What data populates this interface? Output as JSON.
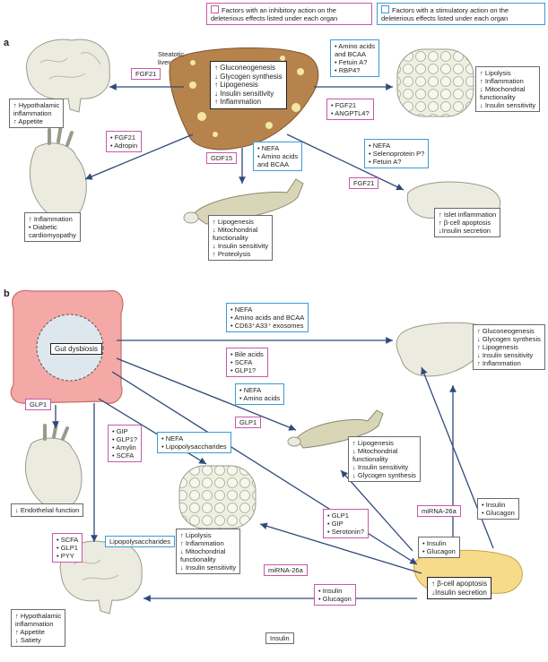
{
  "legend": {
    "inhibitory": "Factors with an inhibitory action on the deleterious effects listed under each organ",
    "stimulatory": "Factors with a stimulatory action on the deleterious effects listed under each organ",
    "inhibitory_color": "#c65aa7",
    "stimulatory_color": "#3a9bd9"
  },
  "panel_a": {
    "letter": "a",
    "liver_label": "Steatotic liver",
    "liver_effects": [
      "↑ Gluconeogenesis",
      "↓ Glycogen synthesis",
      "↑ Lipogenesis",
      "↓ Insulin sensitivity",
      "↑ Inflammation"
    ],
    "brain_tag": "FGF21",
    "brain_effects": [
      "↑ Hypothalamic",
      "inflammation",
      "↑ Appetite"
    ],
    "heart_factors": [
      "• FGF21",
      "• Adropin"
    ],
    "heart_effects": [
      "↑ Inflammation",
      "• Diabetic",
      "cardiomyopathy"
    ],
    "muscle_tag": "GDF15",
    "muscle_factors": [
      "• NEFA",
      "• Amino acids",
      "and BCAA"
    ],
    "muscle_effects": [
      "↑ Lipogenesis",
      "↓ Mitochondrial",
      "functionality",
      "↓ Insulin sensitivity",
      "↑ Proteolysis"
    ],
    "adipose_blue": [
      "• Amino acids",
      "and BCAA",
      "• Fetuin A?",
      "• RBP4?"
    ],
    "adipose_pink": [
      "• FGF21",
      "• ANGPTL4?"
    ],
    "adipose_effects": [
      "↑ Lipolysis",
      "↑ Inflammation",
      "↓ Mitochondrial",
      "functionality",
      "↓ Insulin sensitivity"
    ],
    "pancreas_blue": [
      "• NEFA",
      "• Selenoprotein P?",
      "• Fetuin A?"
    ],
    "pancreas_tag": "FGF21",
    "pancreas_effects": [
      "↑ Islet inflammation",
      "↑ β-cell apoptosis",
      "↓Insulin secretion"
    ]
  },
  "panel_b": {
    "letter": "b",
    "gut_label": "Gut dysbiosis",
    "liver_blue": [
      "• NEFA",
      "• Amino acids and BCAA",
      "• CD63⁺A33⁺ exosomes"
    ],
    "liver_pink": [
      "• Bile acids",
      "• SCFA",
      "• GLP1?"
    ],
    "liver_effects": [
      "↑ Gluconeogenesis",
      "↓ Glycogen synthesis",
      "↑ Lipogenesis",
      "↓ Insulin sensitivity",
      "↑ Inflammation"
    ],
    "heart_tag": "GLP1",
    "heart_effects": [
      "↓ Endothelial function"
    ],
    "muscle_blue": [
      "• NEFA",
      "• Amino acids"
    ],
    "muscle_tag": "GLP1",
    "muscle_effects": [
      "↑ Lipogenesis",
      "↓ Mitochondrial",
      "functionality",
      "↓ Insulin sensitivity",
      "↓ Glycogen synthesis"
    ],
    "adipose_pink_left": [
      "• GIP",
      "• GLP1?",
      "• Amylin",
      "• SCFA"
    ],
    "adipose_blue": [
      "• NEFA",
      "• Lipopolysaccharides"
    ],
    "adipose_effects": [
      "↑ Lipolysis",
      "↑ Inflammation",
      "↓ Mitochondrial",
      "functionality",
      "↓ Insulin sensitivity"
    ],
    "adipose_tag": "miRNA-26a",
    "adipose_pink_right": [
      "• Insulin",
      "• Glucagon"
    ],
    "brain_pink": [
      "• SCFA",
      "• GLP1",
      "• PYY"
    ],
    "brain_blue_tag": "Lipopolysaccharides",
    "brain_effects": [
      "↑ Hypothalamic",
      "inflammation",
      "↑ Appetite",
      "↓ Satiety"
    ],
    "brain_tag": "Insulin",
    "muscle_pink_right": [
      "• GLP1",
      "• GIP",
      "• Serotonin?"
    ],
    "muscle_gray": [
      "• Insulin",
      "• Glucagon"
    ],
    "liver_tag": "miRNA-26a",
    "liver_gray": [
      "• Insulin",
      "• Glucagon"
    ],
    "pancreas_effects": [
      "↑ β-cell apoptosis",
      "↓Insulin secretion"
    ]
  }
}
